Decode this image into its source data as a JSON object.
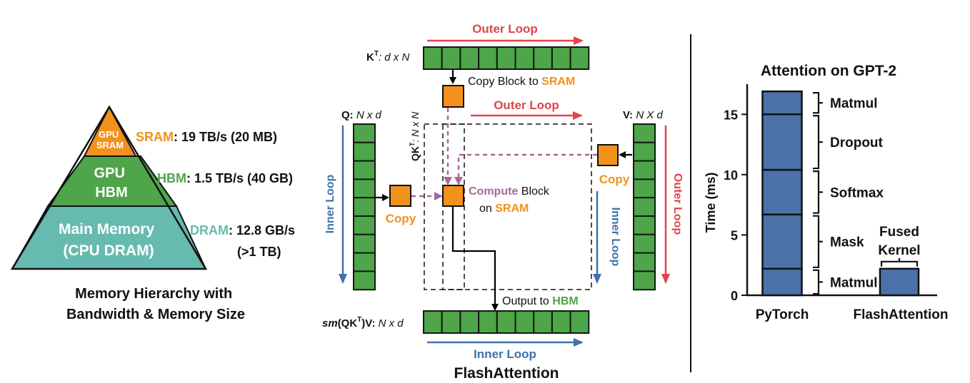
{
  "colors": {
    "sram": "#f2911b",
    "hbm": "#4ea54a",
    "dram": "#67bab0",
    "block": "#4ea54a",
    "block_stroke": "#0f1a0f",
    "outer_loop": "#e0444b",
    "inner_loop": "#3e72a8",
    "compute": "#a8689e",
    "bar": "#4a72a8"
  },
  "pyramid": {
    "sram_label": "GPU\nSRAM",
    "hbm_label": "GPU\nHBM",
    "dram_label": "Main Memory\n(CPU DRAM)",
    "sram_name": "SRAM",
    "sram_spec": ": 19 TB/s (20 MB)",
    "hbm_name": "HBM",
    "hbm_spec": ": 1.5 TB/s (40 GB)",
    "dram_name": "DRAM",
    "dram_spec": ": 12.8 GB/s",
    "dram_spec2": "(>1 TB)",
    "caption_line1": "Memory Hierarchy with",
    "caption_line2": "Bandwidth & Memory Size"
  },
  "flash": {
    "outer_loop_top": "Outer Loop",
    "kt_bold": "K",
    "kt_sup": "T",
    "kt_dim": ": d x N",
    "copy_block_to": "Copy Block to ",
    "sram": "SRAM",
    "outer_loop_mid": "Outer Loop",
    "q_bold": "Q:",
    "q_dim": " N x d",
    "v_bold": "V:",
    "v_dim": " N X d",
    "qkt_bold": "QK",
    "qkt_sup": "T",
    "qkt_dim": ": N x N",
    "inner_loop_left": "Inner Loop",
    "copy_left": "Copy",
    "copy_right": "Copy",
    "compute": "Compute",
    "block": " Block",
    "on": "on ",
    "on_sram": "SRAM",
    "inner_loop_right": "Inner Loop",
    "outer_loop_right": "Outer Loop",
    "output_to": "Output to ",
    "hbm": "HBM",
    "sm_italic": "sm",
    "sm_bold": "(QK",
    "sm_sup": "T",
    "sm_close": ")V:",
    "sm_dim": " N x d",
    "inner_loop_bottom": "Inner Loop",
    "caption": "FlashAttention"
  },
  "chart_data": {
    "type": "bar",
    "title": "Attention on GPT-2",
    "ylabel": "Time (ms)",
    "xlabel": "",
    "ylim": [
      0,
      17.5
    ],
    "yticks": [
      0,
      5,
      10,
      15
    ],
    "categories": [
      "PyTorch",
      "FlashAttention"
    ],
    "stacked": [
      {
        "category": "PyTorch",
        "segments": [
          {
            "name": "Matmul",
            "start": 0,
            "end": 2.2
          },
          {
            "name": "Mask",
            "start": 2.2,
            "end": 6.7
          },
          {
            "name": "Softmax",
            "start": 6.7,
            "end": 10.4
          },
          {
            "name": "Dropout",
            "start": 10.4,
            "end": 15.0
          },
          {
            "name": "Matmul",
            "start": 15.0,
            "end": 16.9
          }
        ]
      },
      {
        "category": "FlashAttention",
        "segments": [
          {
            "name": "Fused\nKernel",
            "start": 0,
            "end": 2.2
          }
        ]
      }
    ],
    "grid": false,
    "legend": "none"
  }
}
